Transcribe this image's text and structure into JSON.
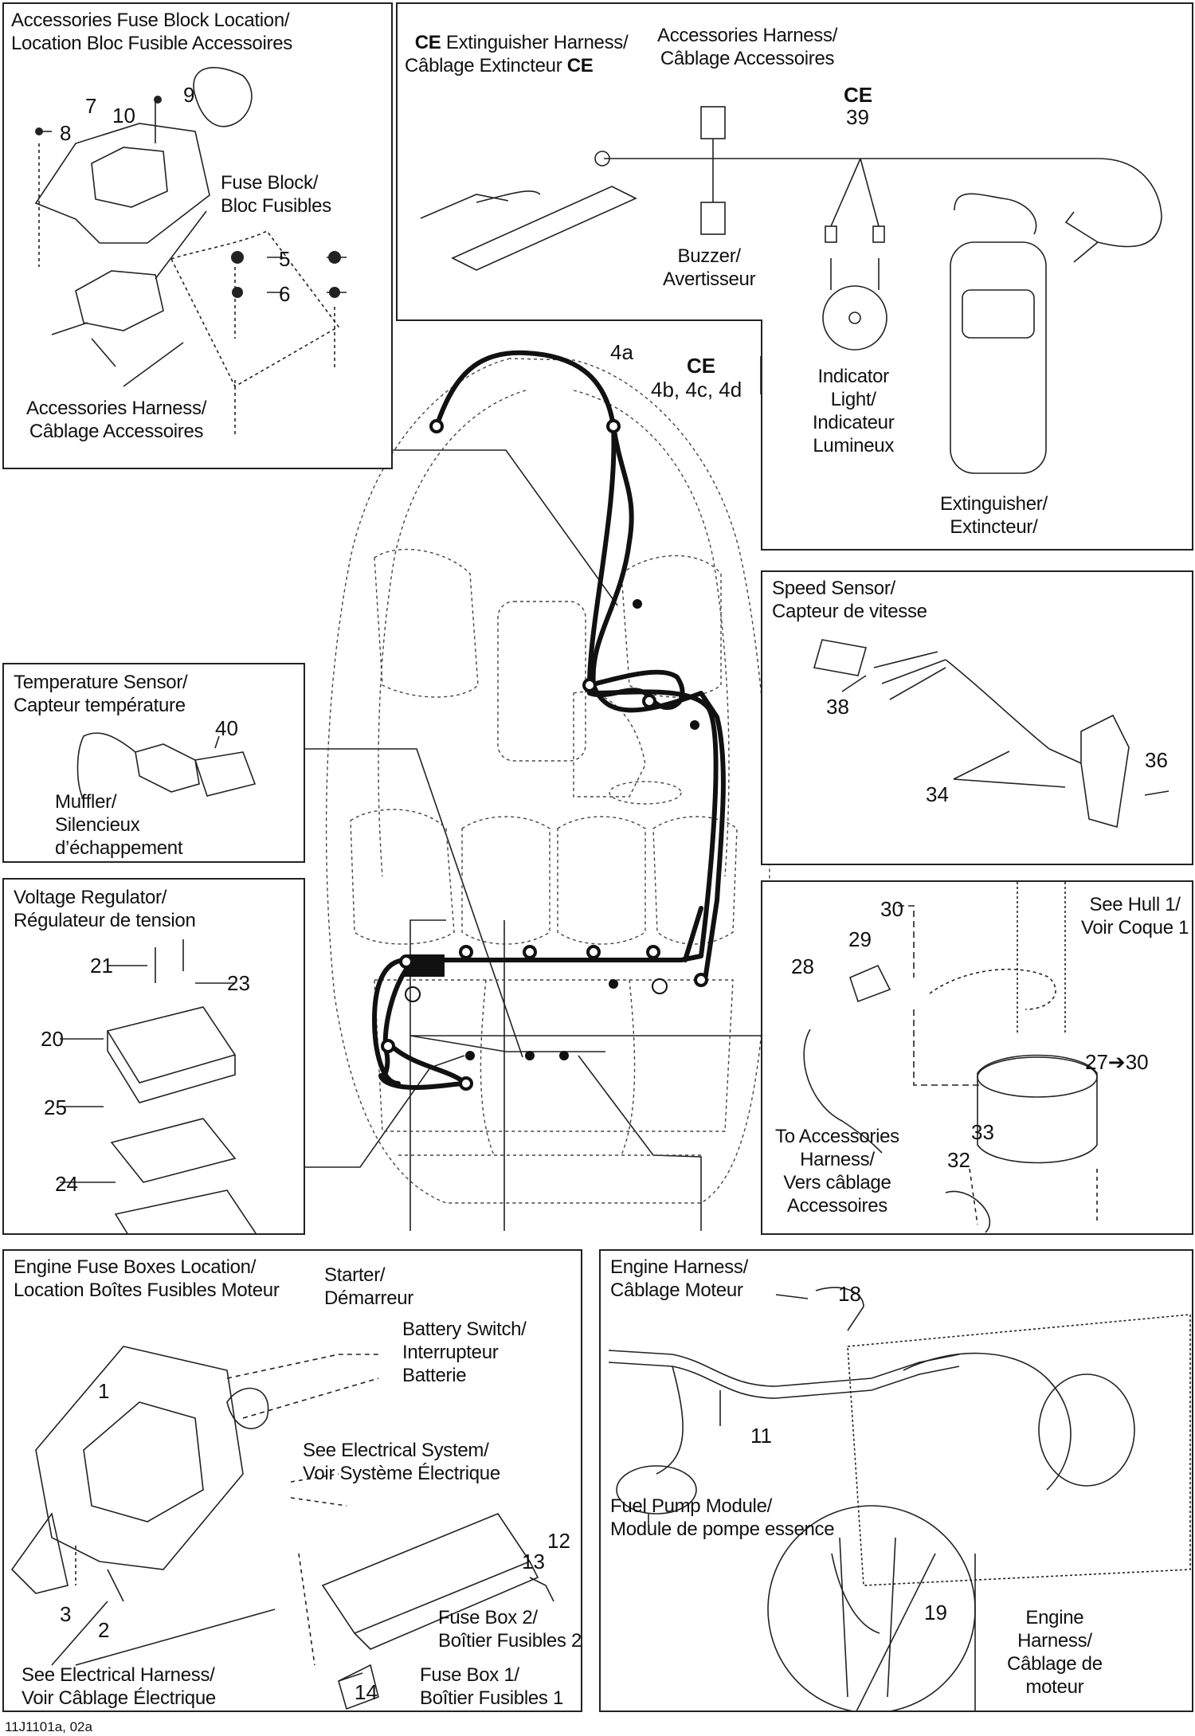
{
  "callouts": {
    "accessories_fuse_block": {
      "title": "Accessories Fuse Block Location/\nLocation Bloc Fusible Accessoires",
      "fuse_block": "Fuse Block/\nBloc Fusibles",
      "harness": "Accessories Harness/\nCâblage Accessoires",
      "parts": [
        "9",
        "7",
        "10",
        "8",
        "5",
        "6"
      ]
    },
    "ce_extinguisher": {
      "title_a": "CE",
      "title_b": " Extinguisher Harness/\nCâblage Extincteur ",
      "title_c": "CE",
      "accessories_harness": "Accessories Harness/\nCâblage Accessoires",
      "ce_mark": "CE",
      "part_39": "39",
      "buzzer": "Buzzer/\nAvertisseur",
      "indicator": "Indicator\nLight/\nIndicateur\nLumineux",
      "extinguisher": "Extinguisher/\nExtincteur/"
    },
    "main_harness": {
      "part_4a": "4a",
      "ce_mark": "CE",
      "parts_4bcd": "4b, 4c, 4d"
    },
    "speed_sensor": {
      "title": "Speed Sensor/\nCapteur de vitesse",
      "parts": [
        "38",
        "36",
        "34"
      ]
    },
    "temperature_sensor": {
      "title": "Temperature Sensor/\nCapteur température",
      "part": "40",
      "muffler": "Muffler/\nSilencieux\nd’échappement"
    },
    "voltage_regulator": {
      "title": "Voltage Regulator/\nRégulateur de tension",
      "parts": [
        "21",
        "23",
        "20",
        "25",
        "24"
      ]
    },
    "hull_connector": {
      "see_hull": "See Hull 1/\nVoir Coque 1",
      "to_accessories": "To Accessories\nHarness/\nVers câblage\nAccessoires",
      "parts": [
        "30",
        "29",
        "28",
        "27➔30",
        "33",
        "32"
      ]
    },
    "engine_fuse_boxes": {
      "title": "Engine Fuse Boxes Location/\nLocation Boîtes Fusibles Moteur",
      "starter": "Starter/\nDémarreur",
      "battery_switch": "Battery Switch/\nInterrupteur\nBatterie",
      "see_electrical_system": "See Electrical System/\nVoir Système Électrique",
      "fuse_box_2": "Fuse Box 2/\nBoîtier Fusibles 2",
      "fuse_box_1": "Fuse Box 1/\nBoîtier Fusibles 1",
      "see_electrical_harness": "See Electrical Harness/\nVoir Câblage Électrique",
      "parts": [
        "1",
        "12",
        "13",
        "3",
        "2",
        "14"
      ]
    },
    "engine_harness": {
      "title": "Engine Harness/\nCâblage Moteur",
      "fuel_pump": "Fuel Pump Module/\nModule de pompe essence",
      "engine_harness_label": "Engine\nHarness/\nCâblage de\nmoteur",
      "parts": [
        "18",
        "11",
        "19"
      ]
    }
  },
  "footer": "11J1101a, 02a"
}
